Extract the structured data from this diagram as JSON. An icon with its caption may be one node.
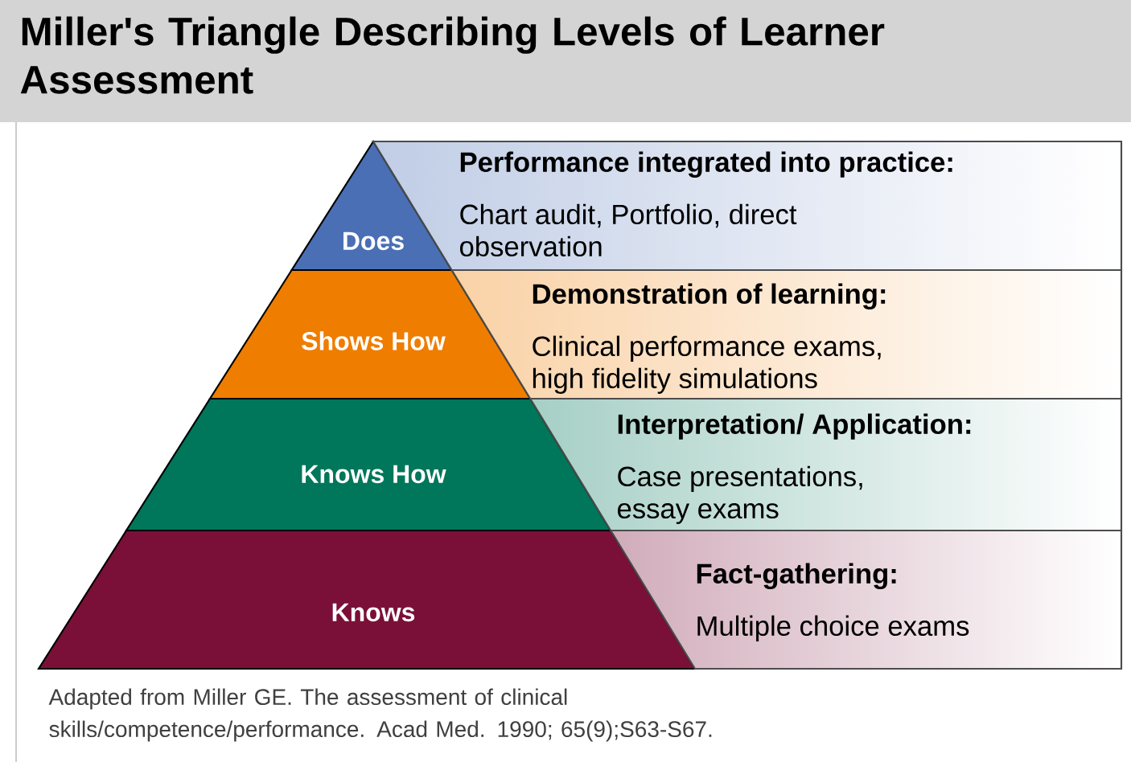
{
  "diagram": {
    "title": "Miller's Triangle Describing Levels of Learner Assessment",
    "nodes": [
      {
        "text": [
          "Does"
        ]
      },
      {
        "text": [
          "Performance integrated into practice:",
          "Chart audit, Portfolio, direct observation"
        ]
      },
      {
        "text": [
          "Shows How"
        ]
      },
      {
        "text": [
          "Demonstration of learning:",
          "Clinical performance exams, high fidelity simulations"
        ]
      },
      {
        "text": [
          "Knows How"
        ]
      },
      {
        "text": [
          "Interpretation/ Application:",
          "Case presentations, essay exams"
        ]
      },
      {
        "text": [
          "Knows"
        ]
      },
      {
        "text": [
          "Fact-gathering:",
          "Multiple choice exams"
        ]
      }
    ],
    "caption": "Adapted from Miller GE. The assessment of clinical skills/competence/performance.   Acad Med. 1990; 65(9);S63-S67."
  }
}
